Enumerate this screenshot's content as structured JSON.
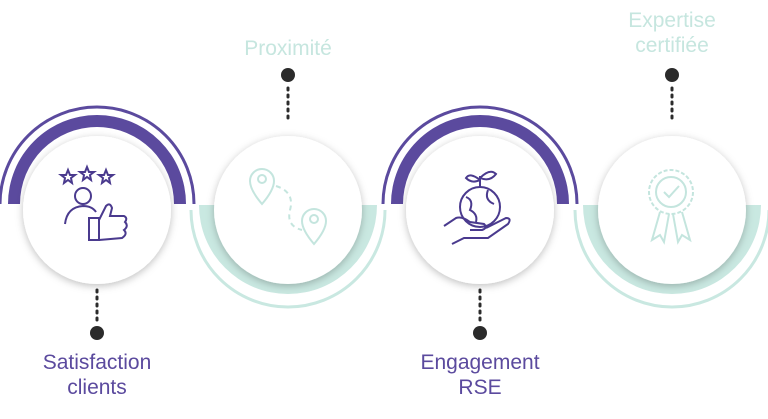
{
  "colors": {
    "purple": "#5b4a9e",
    "mint": "#c9e8e1",
    "dot": "#2b2b2b"
  },
  "items": [
    {
      "label": "Satisfaction",
      "label2": "clients",
      "icon": "thumbs-up-rating-icon"
    },
    {
      "label": "Proximité",
      "label2": "",
      "icon": "map-route-icon"
    },
    {
      "label": "Engagement",
      "label2": "RSE",
      "icon": "earth-in-hand-icon"
    },
    {
      "label": "Expertise",
      "label2": "certifiée",
      "icon": "certified-badge-icon"
    }
  ]
}
